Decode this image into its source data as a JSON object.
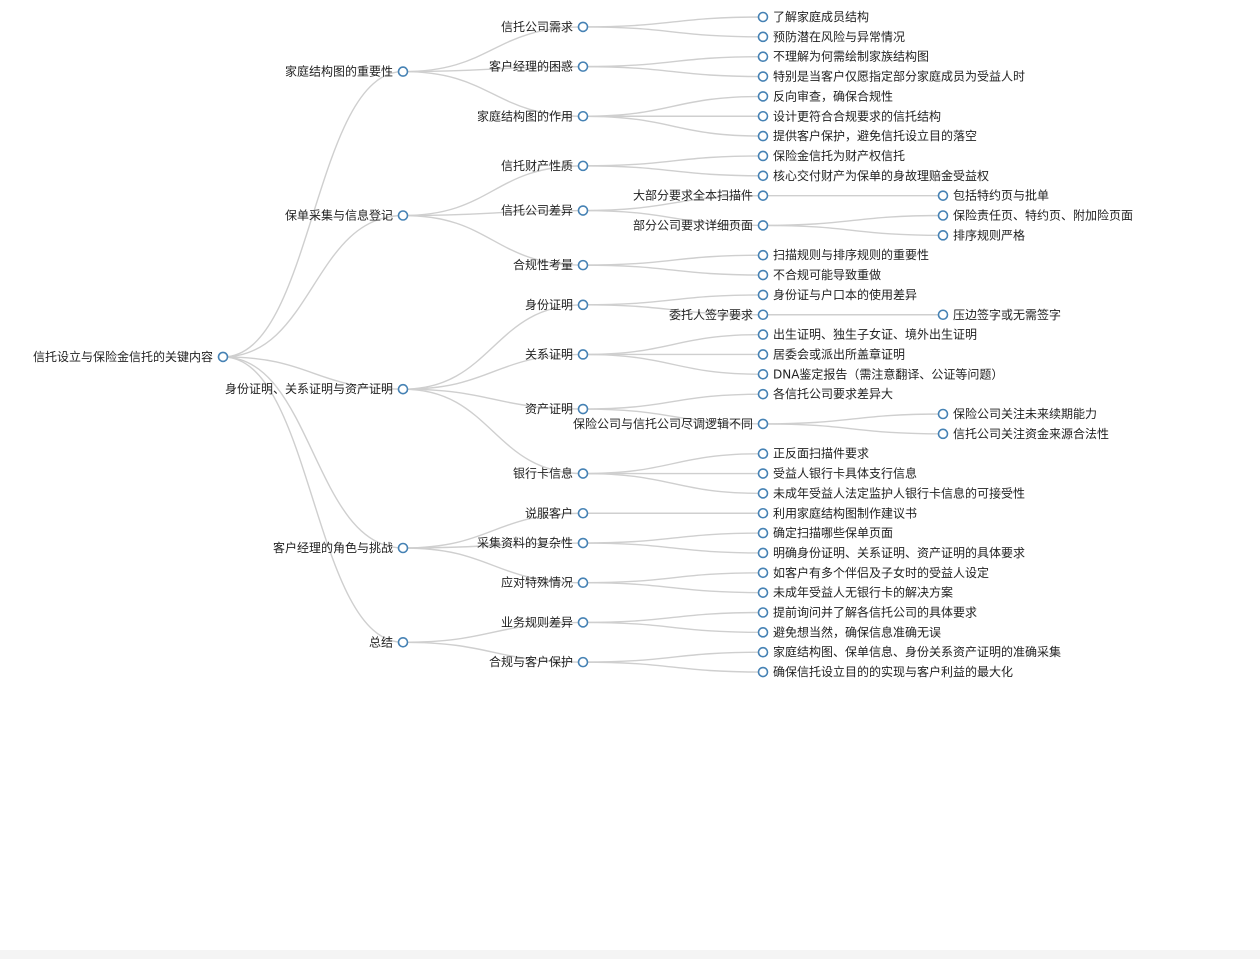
{
  "mindmap": {
    "label": "信托设立与保险金信托的关键内容",
    "children": [
      {
        "label": "家庭结构图的重要性",
        "children": [
          {
            "label": "信托公司需求",
            "children": [
              {
                "label": "了解家庭成员结构"
              },
              {
                "label": "预防潜在风险与异常情况"
              }
            ]
          },
          {
            "label": "客户经理的困惑",
            "children": [
              {
                "label": "不理解为何需绘制家族结构图"
              },
              {
                "label": "特别是当客户仅愿指定部分家庭成员为受益人时"
              }
            ]
          },
          {
            "label": "家庭结构图的作用",
            "children": [
              {
                "label": "反向审查，确保合规性"
              },
              {
                "label": "设计更符合合规要求的信托结构"
              },
              {
                "label": "提供客户保护，避免信托设立目的落空"
              }
            ]
          }
        ]
      },
      {
        "label": "保单采集与信息登记",
        "children": [
          {
            "label": "信托财产性质",
            "children": [
              {
                "label": "保险金信托为财产权信托"
              },
              {
                "label": "核心交付财产为保单的身故理赔金受益权"
              }
            ]
          },
          {
            "label": "信托公司差异",
            "children": [
              {
                "label": "大部分要求全本扫描件",
                "children": [
                  {
                    "label": "包括特约页与批单"
                  }
                ]
              },
              {
                "label": "部分公司要求详细页面",
                "children": [
                  {
                    "label": "保险责任页、特约页、附加险页面"
                  },
                  {
                    "label": "排序规则严格"
                  }
                ]
              }
            ]
          },
          {
            "label": "合规性考量",
            "children": [
              {
                "label": "扫描规则与排序规则的重要性"
              },
              {
                "label": "不合规可能导致重做"
              }
            ]
          }
        ]
      },
      {
        "label": "身份证明、关系证明与资产证明",
        "children": [
          {
            "label": "身份证明",
            "children": [
              {
                "label": "身份证与户口本的使用差异"
              },
              {
                "label": "委托人签字要求",
                "children": [
                  {
                    "label": "压边签字或无需签字"
                  }
                ]
              }
            ]
          },
          {
            "label": "关系证明",
            "children": [
              {
                "label": "出生证明、独生子女证、境外出生证明"
              },
              {
                "label": "居委会或派出所盖章证明"
              },
              {
                "label": "DNA鉴定报告（需注意翻译、公证等问题）"
              }
            ]
          },
          {
            "label": "资产证明",
            "children": [
              {
                "label": "各信托公司要求差异大"
              },
              {
                "label": "保险公司与信托公司尽调逻辑不同",
                "children": [
                  {
                    "label": "保险公司关注未来续期能力"
                  },
                  {
                    "label": "信托公司关注资金来源合法性"
                  }
                ]
              }
            ]
          },
          {
            "label": "银行卡信息",
            "children": [
              {
                "label": "正反面扫描件要求"
              },
              {
                "label": "受益人银行卡具体支行信息"
              },
              {
                "label": "未成年受益人法定监护人银行卡信息的可接受性"
              }
            ]
          }
        ]
      },
      {
        "label": "客户经理的角色与挑战",
        "children": [
          {
            "label": "说服客户",
            "children": [
              {
                "label": "利用家庭结构图制作建议书"
              }
            ]
          },
          {
            "label": "采集资料的复杂性",
            "children": [
              {
                "label": "确定扫描哪些保单页面"
              },
              {
                "label": "明确身份证明、关系证明、资产证明的具体要求"
              }
            ]
          },
          {
            "label": "应对特殊情况",
            "children": [
              {
                "label": "如客户有多个伴侣及子女时的受益人设定"
              },
              {
                "label": "未成年受益人无银行卡的解决方案"
              }
            ]
          }
        ]
      },
      {
        "label": "总结",
        "children": [
          {
            "label": "业务规则差异",
            "children": [
              {
                "label": "提前询问并了解各信托公司的具体要求"
              },
              {
                "label": "避免想当然，确保信息准确无误"
              }
            ]
          },
          {
            "label": "合规与客户保护",
            "children": [
              {
                "label": "家庭结构图、保单信息、身份关系资产证明的准确采集"
              },
              {
                "label": "确保信托设立目的的实现与客户利益的最大化"
              }
            ]
          }
        ]
      }
    ]
  }
}
